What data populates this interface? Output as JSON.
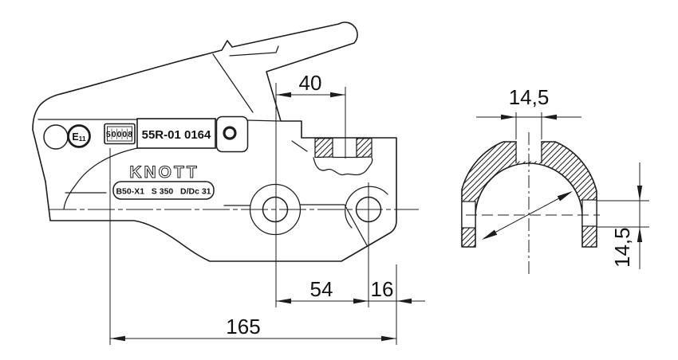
{
  "page": {
    "background": "#ffffff",
    "line_color": "#1c1c1c"
  },
  "side_view": {
    "e_mark": {
      "letter": "E",
      "number": "11"
    },
    "serial_plate": "50008",
    "approval_label": "55R-01 0164",
    "brand_logo": "KNOTT",
    "model_label": "B50-X1   S 350   D/Dc 31"
  },
  "dimensions": {
    "slot_to_hole": "40",
    "hole_spacing": "54",
    "hole_to_edge": "16",
    "overall_length": "165",
    "section_top_width": "14,5",
    "section_side_height": "14,5"
  }
}
